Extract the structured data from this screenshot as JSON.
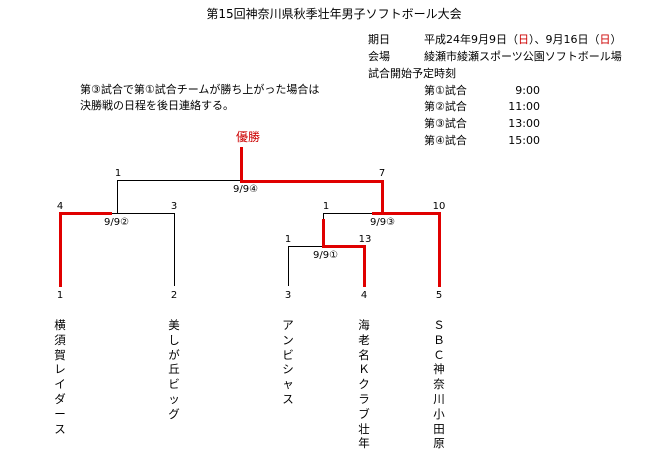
{
  "title": "第15回神奈川県秋季壮年男子ソフトボール大会",
  "info": {
    "date_label": "期日",
    "date_value": [
      "平成24年9月9日",
      "（",
      "日",
      "）",
      "、9月16日",
      "（",
      "日",
      "）"
    ],
    "venue_label": "会場",
    "venue_value": "綾瀬市綾瀬スポーツ公園ソフトボール場",
    "schedule_label": "試合開始予定時刻",
    "schedule": [
      {
        "label": "第①試合",
        "time": "9:00"
      },
      {
        "label": "第②試合",
        "time": "11:00"
      },
      {
        "label": "第③試合",
        "time": "13:00"
      },
      {
        "label": "第④試合",
        "time": "15:00"
      }
    ]
  },
  "note": [
    "第③試合で第①試合チームが勝ち上がった場合は",
    "決勝戦の日程を後日連絡する。"
  ],
  "bracket": {
    "champion_label": "優勝",
    "scores": {
      "final_left": "1",
      "final_right": "7",
      "m2_left": "4",
      "m2_right": "3",
      "m3_left": "1",
      "m3_right": "10",
      "m1_left": "1",
      "m1_right": "13"
    },
    "matches": {
      "m4": "9/9④",
      "m2": "9/9②",
      "m3": "9/9③",
      "m1": "9/9①"
    },
    "seeds": [
      "1",
      "2",
      "3",
      "4",
      "5"
    ],
    "teams": [
      "横須賀レイダース",
      "美しが丘ビッグ",
      "アンビシャス",
      "海老名Ｋクラブ壮年",
      "ＳＢＣ神奈川小田原"
    ]
  }
}
